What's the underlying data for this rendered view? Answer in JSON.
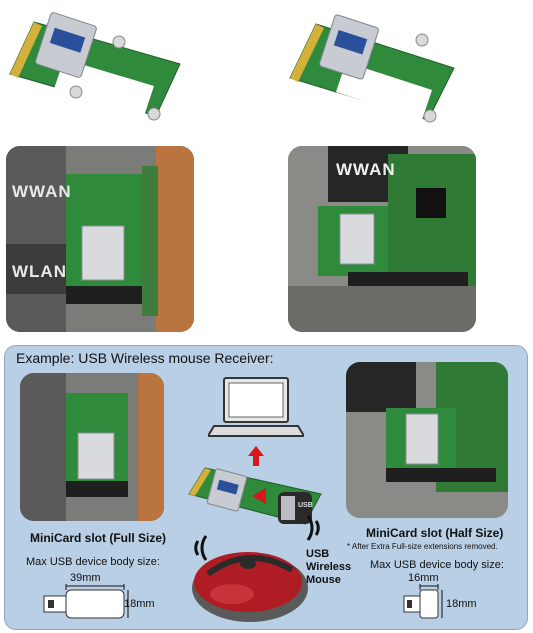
{
  "example_title": "Example: USB Wireless mouse Receiver:",
  "slot_full_label": "MiniCard slot (Full Size)",
  "slot_half_label": "MiniCard slot (Half Size)",
  "half_size_note": "* After Extra Full-size extensions removed.",
  "mouse_label": [
    "USB",
    "Wireless",
    "Mouse"
  ],
  "wwan_text": "WWAN",
  "wlan_text": "WLAN",
  "usb_tag": "USB",
  "full_size_spec": {
    "title": "Max USB device body size:",
    "width": "39mm",
    "height": "18mm"
  },
  "half_size_spec": {
    "title": "Max USB device body size:",
    "width": "16mm",
    "height": "18mm"
  },
  "colors": {
    "panel_bg": "#b9cfe6",
    "pcb_green": "#2f8a3c",
    "arrow_red": "#d6191c",
    "mouse_red": "#b01c24"
  }
}
